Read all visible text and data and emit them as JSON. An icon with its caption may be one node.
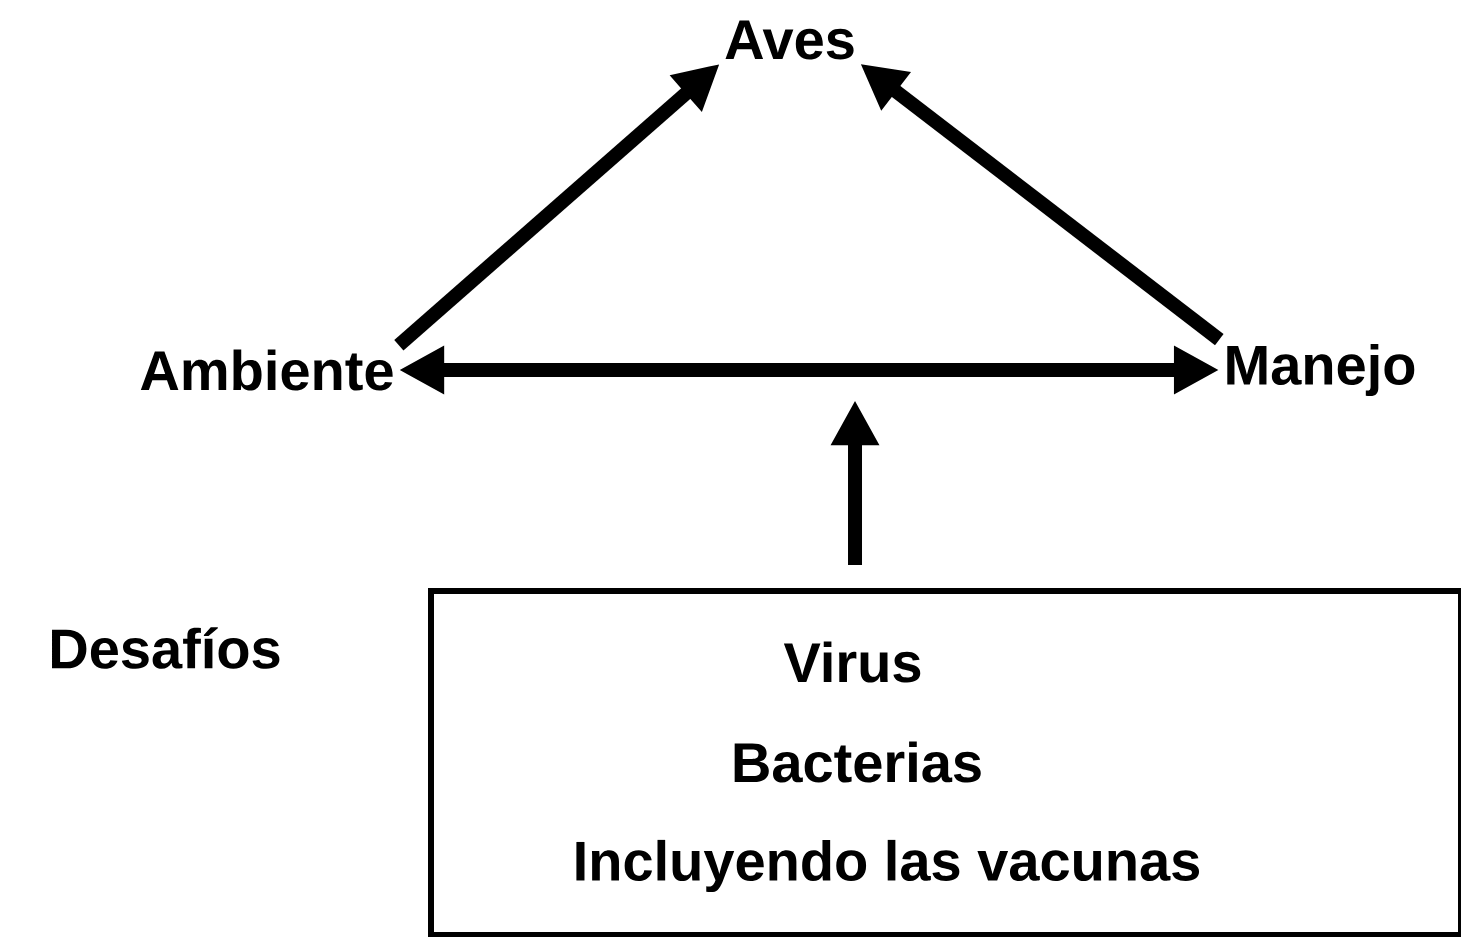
{
  "diagram": {
    "nodes": [
      {
        "text": [
          "Aves"
        ]
      },
      {
        "text": [
          "Ambiente"
        ]
      },
      {
        "text": [
          "Manejo"
        ]
      },
      {
        "text": [
          "Desafíos",
          "Virus",
          "Bacterias",
          "Incluyendo las vacunas"
        ]
      }
    ],
    "edges": [
      {
        "from": 1,
        "to": 0,
        "arrow": "to"
      },
      {
        "from": 2,
        "to": 0,
        "arrow": "to"
      },
      {
        "from": 1,
        "to": 2,
        "arrow": "both"
      },
      {
        "from": 3,
        "to": null,
        "arrow": "to"
      }
    ]
  }
}
